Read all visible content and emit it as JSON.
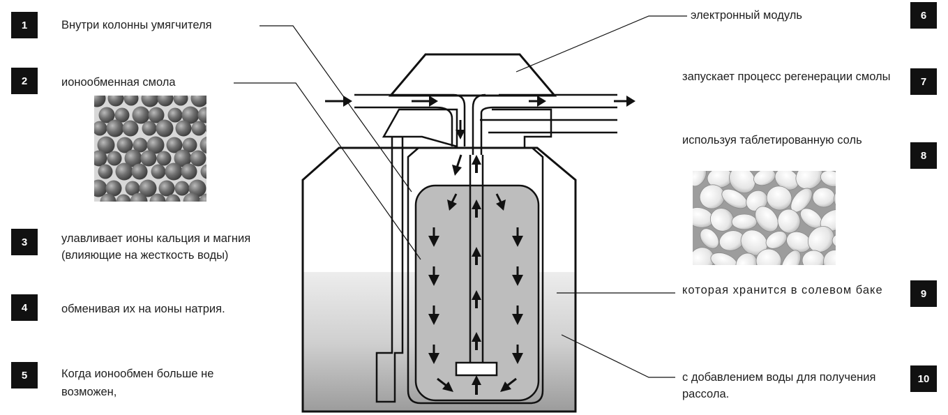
{
  "steps": [
    {
      "num": "1",
      "text": "Внутри колонны умягчителя"
    },
    {
      "num": "2",
      "text": "ионообменная смола"
    },
    {
      "num": "3",
      "text": "улавливает ионы кальция и магния (влияющие на жесткость воды)"
    },
    {
      "num": "4",
      "text": "обменивая их на ионы натрия."
    },
    {
      "num": "5",
      "text": "Когда ионообмен больше не возможен,"
    },
    {
      "num": "6",
      "text": "электронный модуль"
    },
    {
      "num": "7",
      "text": "запускает процесс регенерации смолы"
    },
    {
      "num": "8",
      "text": "используя таблетированную соль"
    },
    {
      "num": "9",
      "text": "которая хранится в солевом баке"
    },
    {
      "num": "10",
      "text": "с добавлением воды для получения рассола."
    }
  ],
  "colors": {
    "badge": "#111111",
    "resin": "#bdbdbd",
    "water_top": "#e2e2e2",
    "water_bottom": "#9a9a9a",
    "line": "#111111"
  }
}
